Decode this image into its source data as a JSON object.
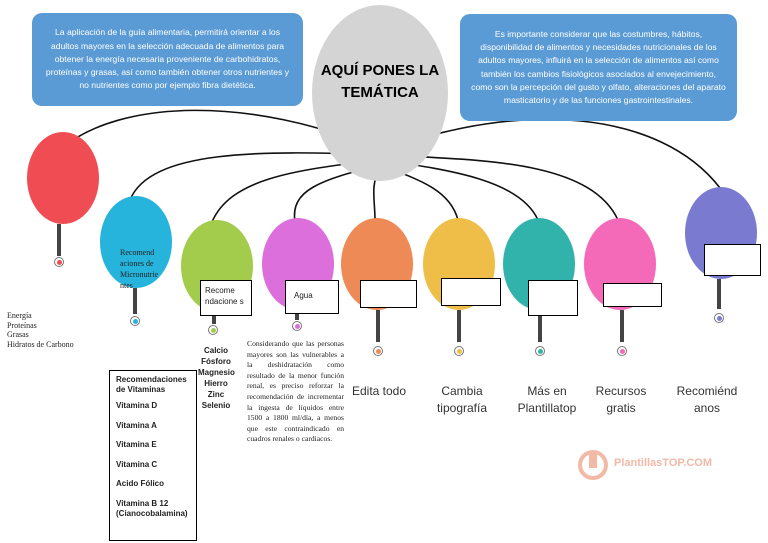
{
  "title": "AQUÍ PONES LA TEMÁTICA",
  "left_note": "La aplicación de la guía alimentaria, permitirá orientar a los adultos mayores en la selección adecuada de alimentos para obtener la energía necesaria proveniente de carbohidratos, proteínas y grasas, así como también obtener otros nutrientes y no nutrientes como por ejemplo fibra dietética.",
  "right_note": "Es importante considerar que las costumbres, hábitos, disponibilidad de alimentos y necesidades nutricionales de los adultos mayores, influirá en la selección de alimentos así como también los cambios fisiológicos asociados al envejecimiento, como son la percepción del gusto y olfato, alteraciones del aparato masticatorio y de las funciones gastrointestinales.",
  "energy_list": [
    "Energía",
    "Proteínas",
    "Grasas",
    "Hidratos de Carbono"
  ],
  "micro_label": "Recomend aciones de Micronutrie ntes",
  "recom_label": "Recome ndacione s",
  "vitamins": {
    "title": "Recomendaciones de Vitaminas",
    "items": [
      "Vitamina D",
      "Vitamina A",
      "Vitamina E",
      "Vitamina C",
      "Acido Fólico",
      "Vitamina B 12 (Cianocobalamina)"
    ]
  },
  "minerals": [
    "Calcio",
    "Fósforo",
    "Magnesio",
    "Hierro",
    "Zinc",
    "Selenio"
  ],
  "water_label": "Agua",
  "water_text": "Considerando que las personas mayores son las vulnerables a la deshidratación como resultado de la menor función renal, es preciso reforzar la recomendación de incrementar la ingesta de líquidos entre 1500 a 1800 ml/día, a menos que este contraindicado en cuadros renales o cardiacos.",
  "labels": {
    "edit": "Edita todo",
    "typography": "Cambia tipografía",
    "more": "Más en Plantillatop",
    "resources": "Recursos gratis",
    "recommend": "Recomiénd anos"
  },
  "watermark": "PlantillasTOP.COM",
  "colors": {
    "red": "#ef4d53",
    "cyan": "#27b4dc",
    "lime": "#a3cc4c",
    "pink": "#dc6fdc",
    "orange": "#ee8a56",
    "yellow": "#efbe48",
    "teal": "#31b3ac",
    "rose": "#f56ab8",
    "indigo": "#7a7ad0",
    "blue_box": "#5b9bd5"
  }
}
